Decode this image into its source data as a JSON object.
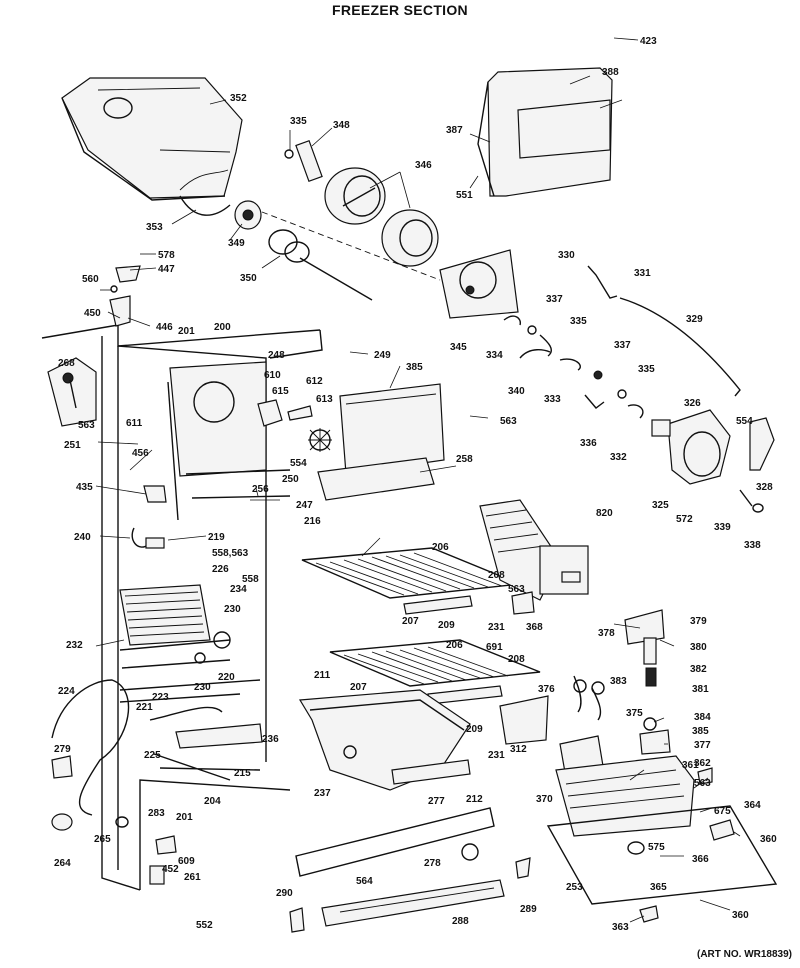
{
  "title": "FREEZER SECTION",
  "art_no": "(ART NO. WR18839)",
  "part_labels": [
    "423",
    "388",
    "387",
    "551",
    "352",
    "335",
    "348",
    "346",
    "353",
    "349",
    "350",
    "578",
    "447",
    "560",
    "450",
    "446",
    "201",
    "200",
    "268",
    "248",
    "610",
    "615",
    "611",
    "563",
    "251",
    "456",
    "435",
    "612",
    "613",
    "554",
    "250",
    "256",
    "247",
    "240",
    "219",
    "558,563",
    "226",
    "558",
    "234",
    "230",
    "232",
    "220",
    "230",
    "224",
    "221",
    "223",
    "279",
    "225",
    "236",
    "215",
    "204",
    "201",
    "283",
    "265",
    "264",
    "609",
    "452",
    "261",
    "552",
    "330",
    "331",
    "337",
    "335",
    "345",
    "334",
    "340",
    "333",
    "337",
    "335",
    "336",
    "329",
    "326",
    "554",
    "332",
    "325",
    "572",
    "328",
    "339",
    "338",
    "249",
    "385",
    "563",
    "258",
    "216",
    "820",
    "206",
    "208",
    "207",
    "209",
    "563",
    "231",
    "368",
    "691",
    "206",
    "208",
    "211",
    "207",
    "209",
    "231",
    "237",
    "312",
    "212",
    "277",
    "378",
    "379",
    "380",
    "382",
    "383",
    "376",
    "375",
    "381",
    "384",
    "385",
    "377",
    "370",
    "361",
    "362",
    "563",
    "675",
    "364",
    "360",
    "575",
    "366",
    "365",
    "253",
    "278",
    "564",
    "290",
    "288",
    "289",
    "363",
    "360"
  ]
}
